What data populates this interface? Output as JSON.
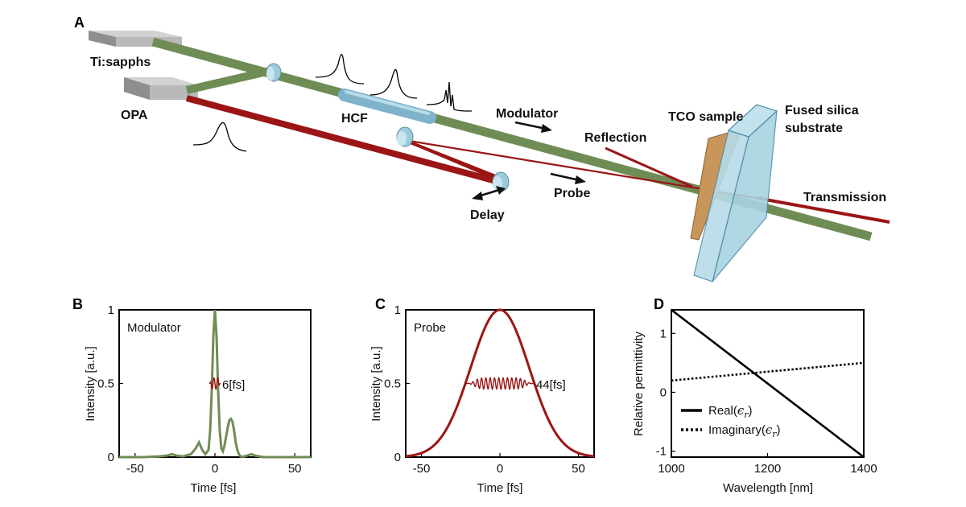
{
  "colors": {
    "modulator_green": "#6f8c55",
    "probe_red": "#9b1515",
    "glass": "#a9d6e4",
    "tco": "#c8955a",
    "block_gray": "#a8a8a8"
  },
  "setup": {
    "panel": "A",
    "labels": {
      "tisapph": "Ti:sapphs",
      "opa": "OPA",
      "hcf": "HCF",
      "modulator": "Modulator",
      "probe": "Probe",
      "delay": "Delay",
      "reflection": "Reflection",
      "tco": "TCO sample",
      "fused1": "Fused silica",
      "fused2": "substrate",
      "transmission": "Transmission"
    }
  },
  "chart_data": [
    {
      "panel": "B",
      "type": "line",
      "label": "Modulator",
      "xlabel": "Time [fs]",
      "ylabel": "Intensity [a.u.]",
      "xlim": [
        -60,
        60
      ],
      "ylim": [
        0,
        1
      ],
      "xticks": [
        -50,
        0,
        50
      ],
      "yticks": [
        0,
        0.5,
        1
      ],
      "fwhm_label": "6[fs]",
      "series": [
        {
          "color": "#6f8c55",
          "x": [
            -60,
            -45,
            -35,
            -30,
            -27,
            -24,
            -20,
            -15,
            -12,
            -10,
            -8,
            -6,
            -4,
            -3,
            -2,
            -1,
            0,
            1,
            2,
            3,
            4,
            5,
            6,
            7,
            8,
            9,
            10,
            11,
            12,
            13,
            14,
            15,
            16,
            18,
            20,
            23,
            25,
            28,
            30,
            35,
            40,
            50,
            60
          ],
          "y": [
            0,
            0,
            0.005,
            0.01,
            0.02,
            0.01,
            0.005,
            0.02,
            0.06,
            0.1,
            0.05,
            0.02,
            0.05,
            0.18,
            0.45,
            0.82,
            1.0,
            0.82,
            0.45,
            0.18,
            0.06,
            0.04,
            0.08,
            0.14,
            0.2,
            0.25,
            0.26,
            0.24,
            0.18,
            0.1,
            0.05,
            0.02,
            0.005,
            0.003,
            0.01,
            0.02,
            0.01,
            0.005,
            0,
            0,
            0,
            0,
            0
          ]
        }
      ]
    },
    {
      "panel": "C",
      "type": "line",
      "label": "Probe",
      "xlabel": "Time [fs]",
      "ylabel": "Intensity [a.u.]",
      "xlim": [
        -60,
        60
      ],
      "ylim": [
        0,
        1
      ],
      "xticks": [
        -50,
        0,
        50
      ],
      "yticks": [
        0,
        0.5,
        1
      ],
      "fwhm_label": "44[fs]",
      "gaussian_fwhm_fs": 44,
      "series": [
        {
          "color": "#9b1515",
          "shape": "gaussian"
        }
      ]
    },
    {
      "panel": "D",
      "type": "line",
      "xlabel": "Wavelength [nm]",
      "ylabel": "Relative permittivity",
      "xlim": [
        1000,
        1400
      ],
      "ylim": [
        -1.1,
        1.4
      ],
      "xticks": [
        1000,
        1200,
        1400
      ],
      "yticks": [
        -1,
        0,
        1
      ],
      "legend": "bottom-left",
      "series": [
        {
          "name": "Real",
          "style": "solid",
          "x": [
            1000,
            1400
          ],
          "y": [
            1.4,
            -1.1
          ]
        },
        {
          "name": "Imaginary",
          "style": "dotted",
          "x": [
            1000,
            1400
          ],
          "y": [
            0.2,
            0.5
          ]
        }
      ]
    }
  ]
}
